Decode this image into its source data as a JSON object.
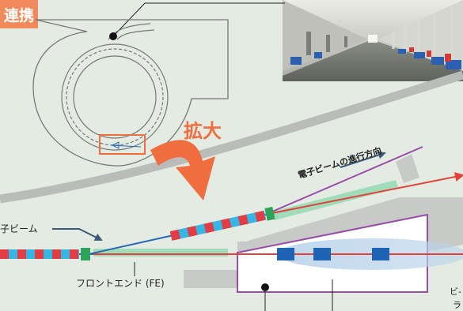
{
  "header": {
    "tag_text": "連携"
  },
  "labels": {
    "zoom": "拡大",
    "beam_direction": "電子ビームの進行方向",
    "electron_beam": "子ビーム",
    "front_end": "フロントエンド (FE)",
    "bl_partial": "ビ-",
    "bl_partial2": "ラ"
  },
  "colors": {
    "accent_orange": "#f06d40",
    "beam_red": "#e4413c",
    "beam_blue": "#2b67b2",
    "magnet_red": "#e23d45",
    "magnet_cyan": "#35b7e6",
    "green": "#2ea35a",
    "mint": "#9fdcba",
    "purple": "#9b4ba8",
    "grey": "#c4c7c4",
    "bg": "#e3ebe3"
  },
  "icons": {
    "zoom_arrow": "curved-arrow-icon",
    "direction_arrow": "arrow-right-icon"
  }
}
